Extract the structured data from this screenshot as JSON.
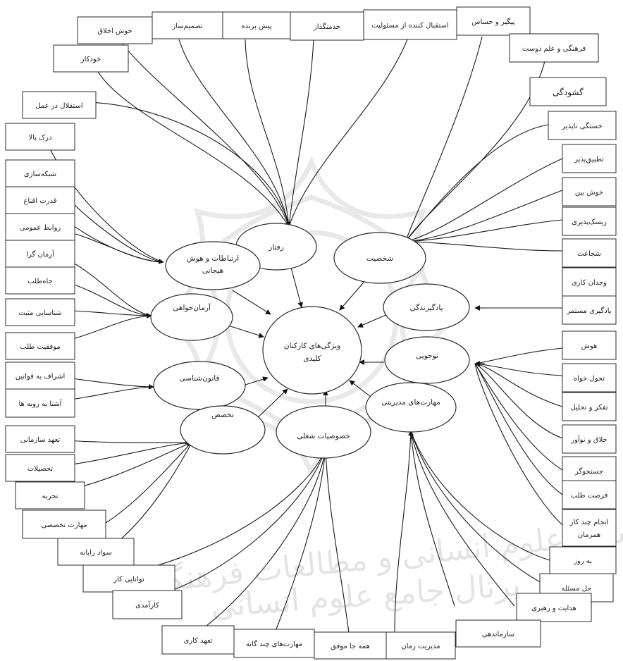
{
  "diagram": {
    "center": [
      "ویژگی‌های کارکنان",
      "کلیدی"
    ],
    "categories": {
      "behavior": [
        "رفتار"
      ],
      "personality": [
        "شخصیت"
      ],
      "communication": [
        "ارتباطات و هوش",
        "هیجانی"
      ],
      "learning": [
        "یادگیرندگی"
      ],
      "idealism": [
        "آرمان‌خواهی"
      ],
      "innovation": [
        "نوجویی"
      ],
      "legal": [
        "قانون‌شناسی"
      ],
      "management": [
        "مهارت‌های مدیریتی"
      ],
      "expertise": [
        "تخصص"
      ],
      "job": [
        "خصوصیات شغلی"
      ]
    },
    "items": {
      "khosh_akhlagh": "خوش اخلاق",
      "tasmimsaz": "تصمیم‌ساز",
      "pishbarande": "پیش برنده",
      "khedmatgozar": "خدمتگذار",
      "masouliat": "استقبال کننده از مسئولیت",
      "peygir": "پیگیر و حساس",
      "farhangi": "فرهنگی و علم دوست",
      "khodkar": "خودکار",
      "gošudegi": "گشودگی",
      "esteghlal": "استقلال در عمل",
      "khastegi": "خستگی ناپذیر",
      "dark": "درک بالا",
      "tatbigh": "تطبیق‌پذیر",
      "shabake": "شبکه‌سازی",
      "khoshbin": "خوش بین",
      "eghna": "قدرت اقناع",
      "risk": "ریسک‌پذیری",
      "ravabet": "روابط عمومی",
      "shojaat": "شجاعت",
      "armangara": "آرمان گرا",
      "vojdan": "وجدان کاری",
      "jahtalab": "جاه‌طلب",
      "yadgiri": "یادگیری مستمر",
      "shenasai": "شناسایی مثبت",
      "hoosh": "هوش",
      "movafaghiat": "موفقیت طلب",
      "tahavol": "تحول خواه",
      "eshraf": "اشراف به قوانین",
      "tafakor": "تفکر و تحلیل",
      "ashna": "آشنا به رویه ها",
      "khallagh": "خلاق و نوآور",
      "tahod_sazmani": "تعهد سازمانی",
      "jostojugar": "جستجوگر",
      "tahsilat": "تحصیلات",
      "forsat": "فرصت طلب",
      "tajrobe": "تجربه",
      "anjam": [
        "انجام چند کار",
        "همزمان"
      ],
      "maharat_takhasosi": "مهارت تخصصی",
      "berooz": "به روز",
      "savad": "سواد رایانه",
      "hal": "حل مسئله",
      "tavanai": "توانایی کار",
      "hedayat": "هدایت و رهبری",
      "karamadi": "کارآمدی",
      "sazmandehi": "سازماندهی",
      "tahod_kari": "تعهد کاری",
      "chandgane": "مهارت‌های چند گانه",
      "hamejamovafagh": "همه جا موفق",
      "modiriat_zaman": "مدیریت زمان"
    }
  }
}
